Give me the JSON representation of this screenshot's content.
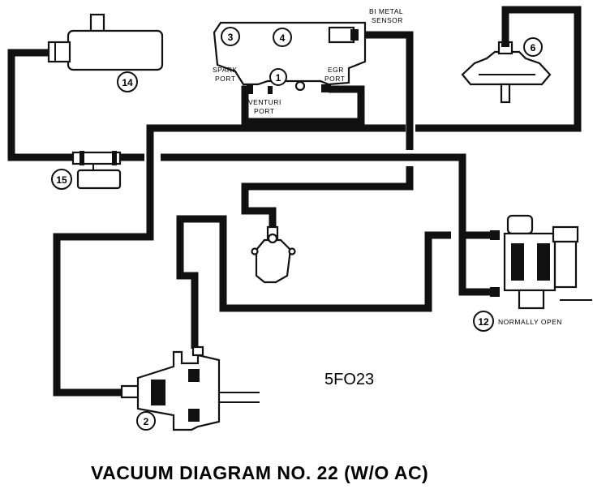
{
  "labels": {
    "bimetal_sensor_line1": "BI METAL",
    "bimetal_sensor_line2": "SENSOR",
    "spark_port_line1": "SPARK",
    "spark_port_line2": "PORT",
    "egr_port_line1": "EGR",
    "egr_port_line2": "PORT",
    "venturi_port_line1": "VENTURI",
    "venturi_port_line2": "PORT",
    "normally_open": "NORMALLY OPEN"
  },
  "callouts": {
    "n1": "1",
    "n2": "2",
    "n3": "3",
    "n4": "4",
    "n6": "6",
    "n12": "12",
    "n14": "14",
    "n15": "15"
  },
  "diagram_code": "5FO23",
  "title": "VACUUM DIAGRAM NO. 22 (W/O AC)"
}
